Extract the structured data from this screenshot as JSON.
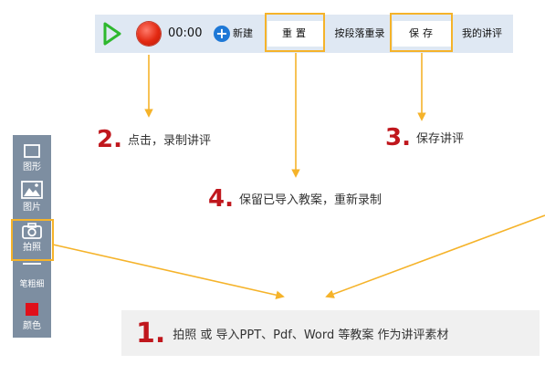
{
  "toolbar": {
    "timer": "00:00",
    "new_label": "新建",
    "reset_label": "重置",
    "segment_rerecord_label": "按段落重录",
    "save_label": "保存",
    "my_review_label": "我的讲评"
  },
  "sidebar": {
    "items": [
      {
        "label": "图形",
        "icon": "square-outline-icon"
      },
      {
        "label": "图片",
        "icon": "image-icon"
      },
      {
        "label": "拍照",
        "icon": "camera-icon"
      },
      {
        "label": "笔粗细",
        "icon": "pen-width-icon"
      },
      {
        "label": "颜色",
        "icon": "color-swatch-icon"
      }
    ]
  },
  "callouts": [
    {
      "num": "2.",
      "text": "点击，录制讲评"
    },
    {
      "num": "3.",
      "text": "保存讲评"
    },
    {
      "num": "4.",
      "text": "保留已导入教案，重新录制"
    },
    {
      "num": "1.",
      "text": "拍照 或 导入PPT、Pdf、Word 等教案 作为讲评素材"
    }
  ],
  "colors": {
    "highlight": "#f5b32a",
    "number": "#c0171d",
    "record": "#e32912",
    "play": "#2eb82e",
    "plus": "#1e78d6",
    "sidebar": "#7d8ea1",
    "toolbar": "#dfe8f3",
    "swatch": "#e0101a"
  }
}
